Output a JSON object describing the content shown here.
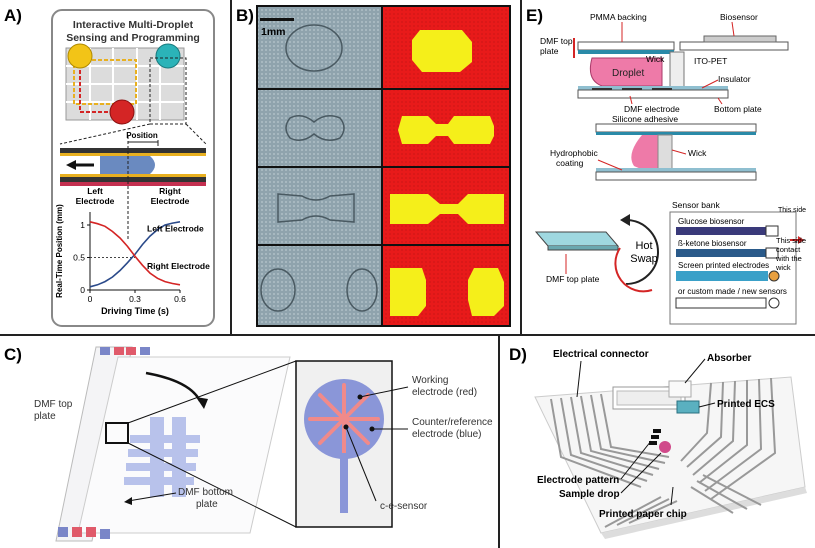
{
  "panels": {
    "A": {
      "label": "A)",
      "title_line1": "Interactive Multi-Droplet",
      "title_line2": "Sensing and Programming",
      "position": "Position",
      "left_electrode": [
        "Left",
        "Electrode"
      ],
      "right_electrode": [
        "Right",
        "Electrode"
      ],
      "chart_labels": {
        "left": "Left Electrode",
        "right": "Right Electrode"
      }
    },
    "B": {
      "label": "B)",
      "scale": "1mm"
    },
    "E": {
      "label": "E)",
      "dmf_top_plate": [
        "DMF top",
        "plate"
      ],
      "pmma_backing": "PMMA backing",
      "biosensor": "Biosensor",
      "droplet": "Droplet",
      "wick": "Wick",
      "ito_pet": "ITO-PET",
      "insulator": "Insulator",
      "dmf_electrode": "DMF electrode",
      "bottom_plate": "Bottom plate",
      "silicone_adhesive": "Silicone adhesive",
      "hydrophobic": [
        "Hydrophobic",
        "coating"
      ],
      "wick2": "Wick",
      "sensor_bank": "Sensor bank",
      "glucose": "Glucose biosensor",
      "ketone": "ß-ketone biosensor",
      "screen_printed": "Screen printed electrodes",
      "custom": "or custom made / new sensors",
      "hot": "Hot",
      "swap": "Swap",
      "dmf_top_plate2": "DMF top plate",
      "side_contact": [
        "This side",
        "contact",
        "with the",
        "wick"
      ]
    },
    "C": {
      "label": "C)",
      "dmf_top": [
        "DMF top",
        "plate"
      ],
      "dmf_bottom": [
        "DMF bottom",
        "plate"
      ],
      "working": [
        "Working",
        "electrode (red)"
      ],
      "counter": [
        "Counter/reference",
        "electrode (blue)"
      ],
      "sensor": "c-e-sensor"
    },
    "D": {
      "label": "D)",
      "connector": "Electrical connector",
      "absorber": "Absorber",
      "ecs": "Printed ECS",
      "pattern": "Electrode pattern",
      "drop": "Sample drop",
      "chip": "Printed paper chip"
    }
  },
  "chart_data": {
    "type": "line",
    "xlabel": "Driving Time (s)",
    "ylabel": "Real-Time Position (mm)",
    "x_ticks": [
      "0",
      "0.3",
      "0.6"
    ],
    "y_ticks": [
      "0",
      "0.5",
      "1"
    ],
    "xlim": [
      0,
      0.6
    ],
    "ylim": [
      0,
      1.2
    ],
    "series": [
      {
        "name": "Left Electrode",
        "color": "#2b4a8a",
        "x": [
          0.0,
          0.05,
          0.1,
          0.15,
          0.2,
          0.25,
          0.3,
          0.35,
          0.4,
          0.45,
          0.5,
          0.55,
          0.6
        ],
        "y": [
          0.05,
          0.08,
          0.13,
          0.2,
          0.3,
          0.42,
          0.55,
          0.7,
          0.83,
          0.93,
          1.0,
          1.03,
          1.05
        ]
      },
      {
        "name": "Right Electrode",
        "color": "#d42525",
        "x": [
          0.0,
          0.05,
          0.1,
          0.15,
          0.2,
          0.25,
          0.3,
          0.35,
          0.4,
          0.45,
          0.5,
          0.55,
          0.6
        ],
        "y": [
          1.05,
          1.02,
          0.98,
          0.9,
          0.8,
          0.67,
          0.52,
          0.38,
          0.26,
          0.18,
          0.13,
          0.1,
          0.08
        ]
      }
    ]
  }
}
